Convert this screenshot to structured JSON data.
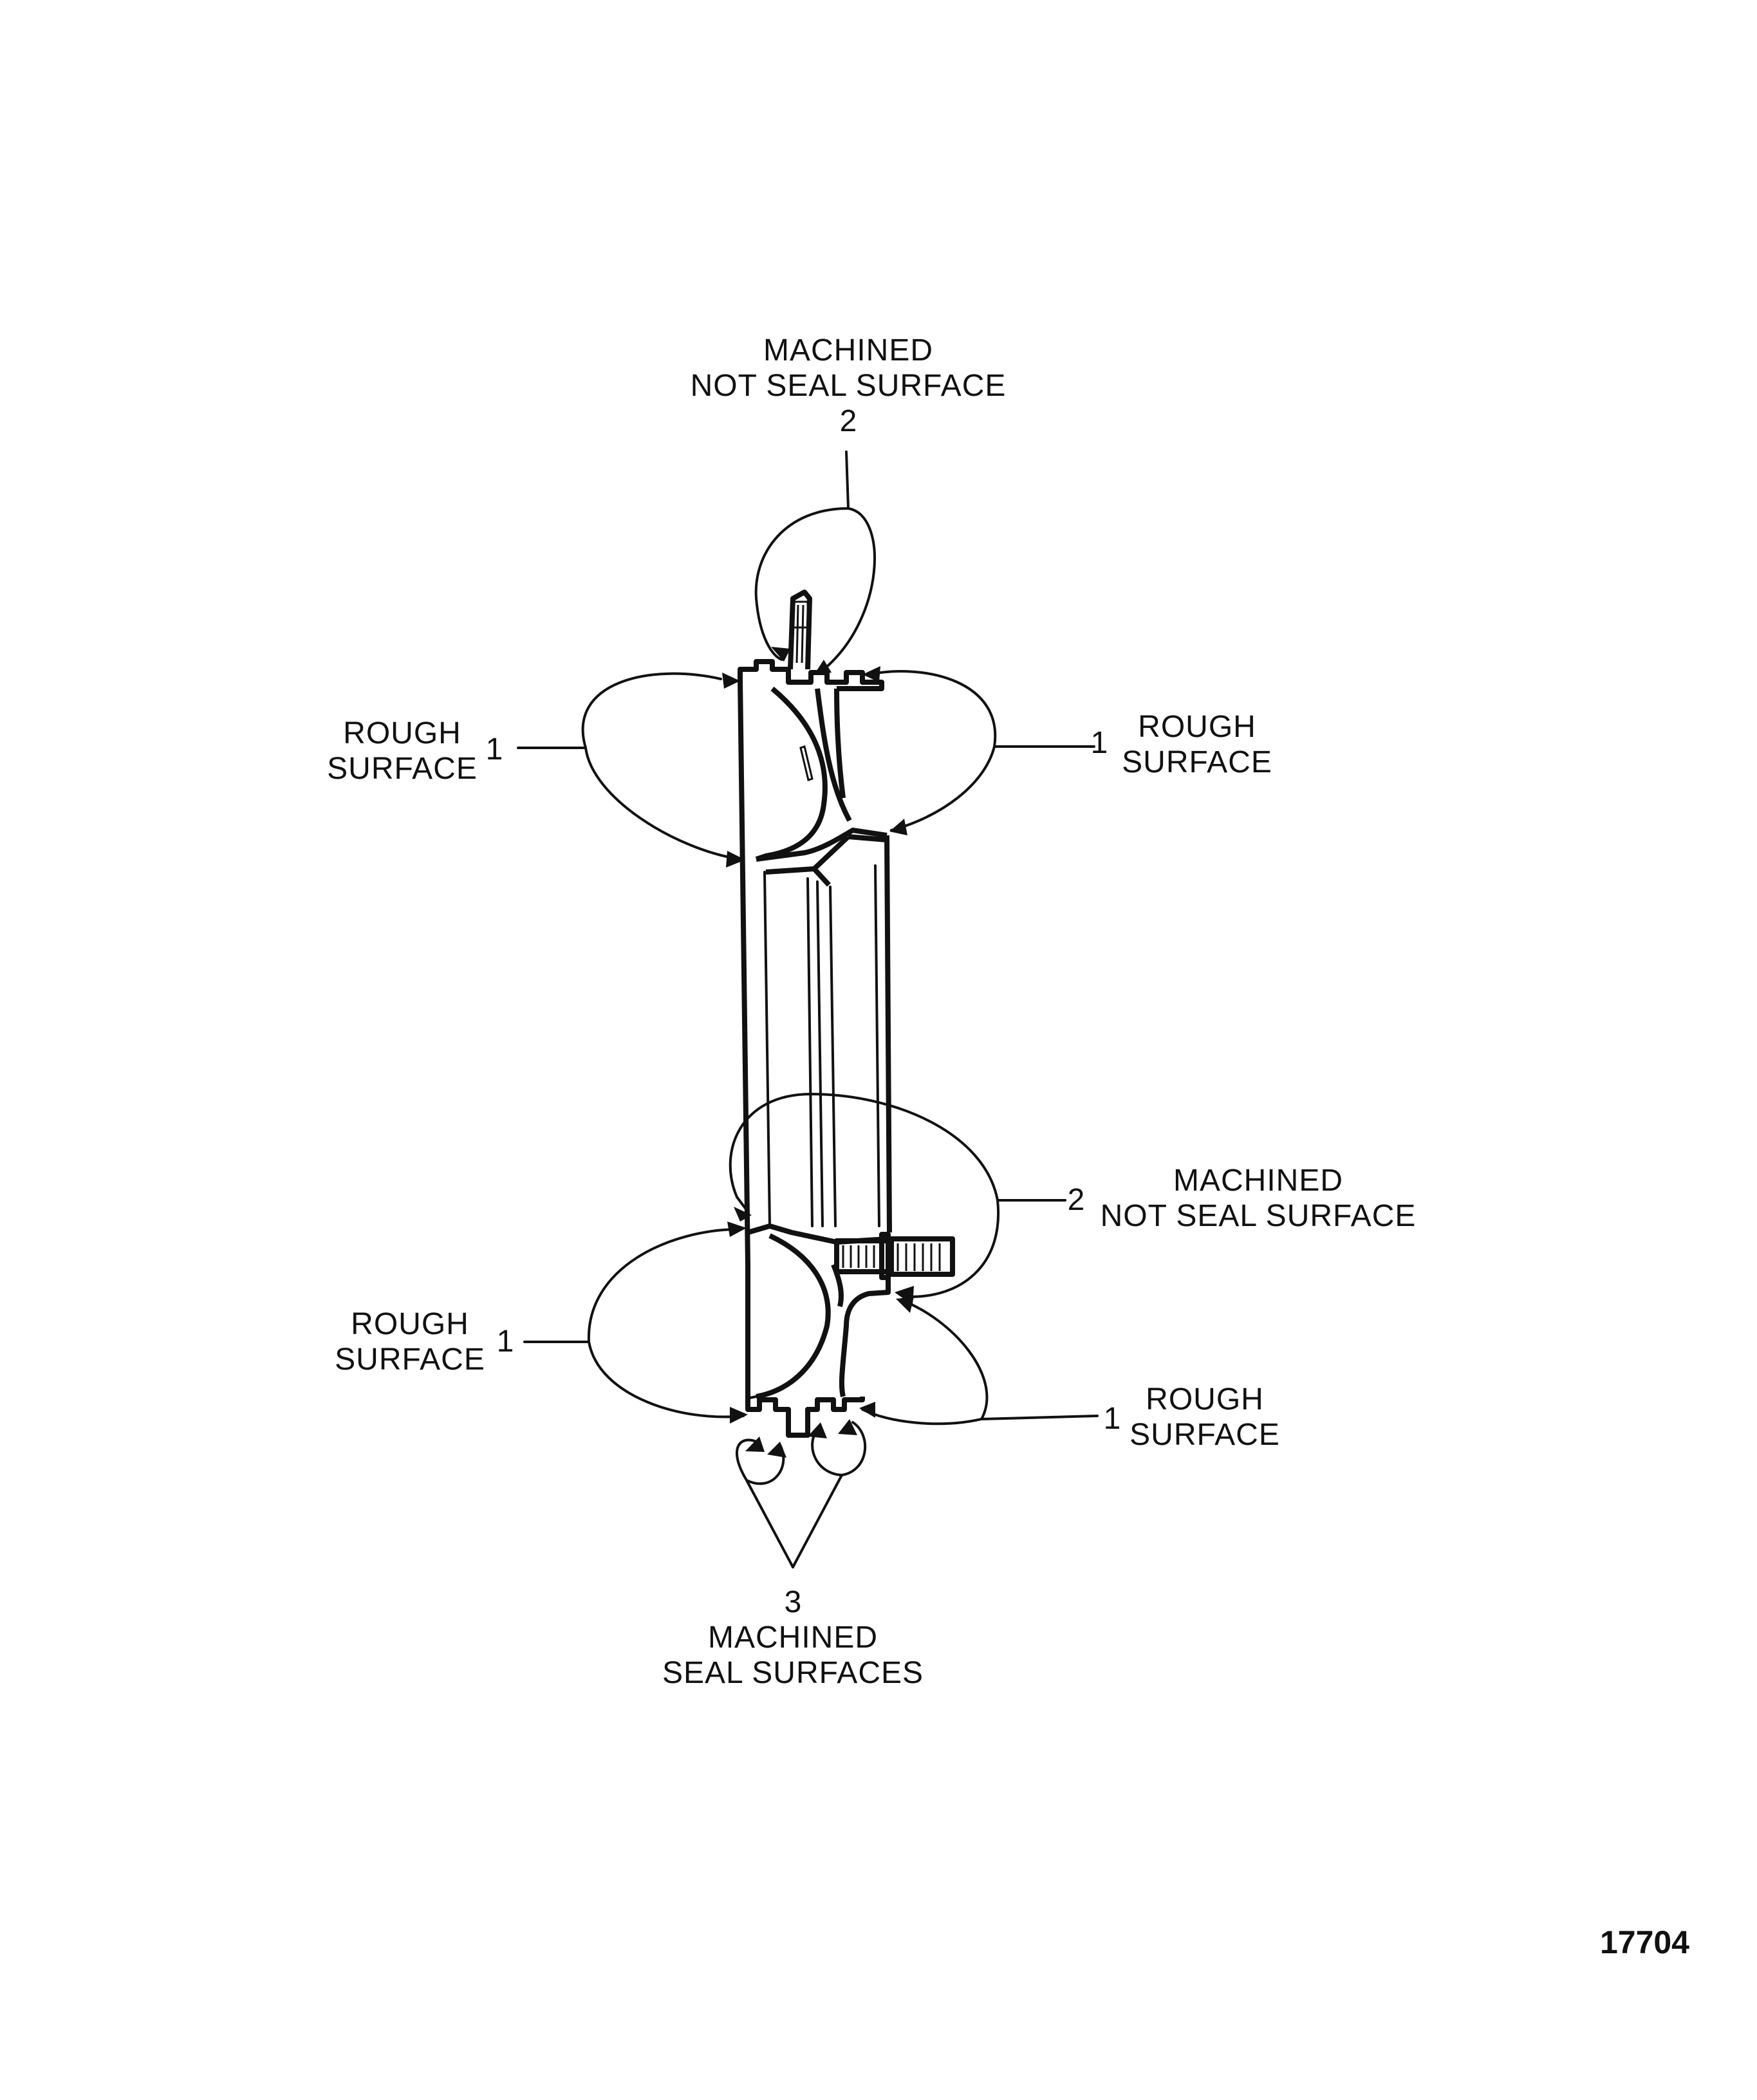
{
  "callouts": {
    "top": {
      "line1": "MACHINED",
      "line2": "NOT SEAL SURFACE",
      "number": "2"
    },
    "upper_left": {
      "line1": "ROUGH",
      "line2": "SURFACE",
      "number": "1"
    },
    "upper_right": {
      "line1": "ROUGH",
      "line2": "SURFACE",
      "number": "1"
    },
    "mid_right": {
      "line1": "MACHINED",
      "line2": "NOT SEAL SURFACE",
      "number": "2"
    },
    "lower_left": {
      "line1": "ROUGH",
      "line2": "SURFACE",
      "number": "1"
    },
    "lower_right": {
      "line1": "ROUGH",
      "line2": "SURFACE",
      "number": "1"
    },
    "bottom": {
      "number": "3",
      "line1": "MACHINED",
      "line2": "SEAL SURFACES"
    }
  },
  "figure_number": "17704"
}
